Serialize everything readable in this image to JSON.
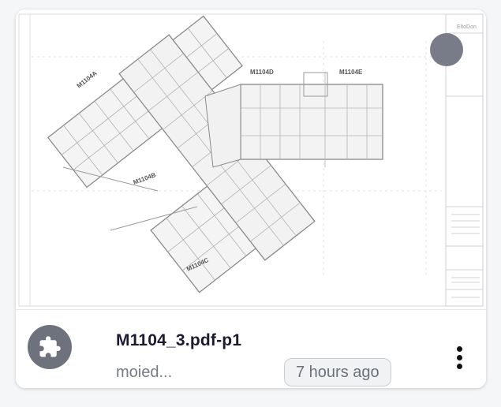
{
  "card": {
    "title": "M1104_3.pdf-p1",
    "owner": "moied...",
    "time_ago": "7 hours ago",
    "avatar_icon": "puzzle-icon",
    "menu_icon": "more-vertical-icon"
  },
  "thumbnail": {
    "labels": [
      "M1104A",
      "M1104B",
      "M1104C",
      "M1104D",
      "M1104E"
    ],
    "corner_text": "EltoDon"
  },
  "colors": {
    "accent_dot": "#777c88",
    "avatar_bg": "#6d727d",
    "title": "#1b1a33"
  }
}
